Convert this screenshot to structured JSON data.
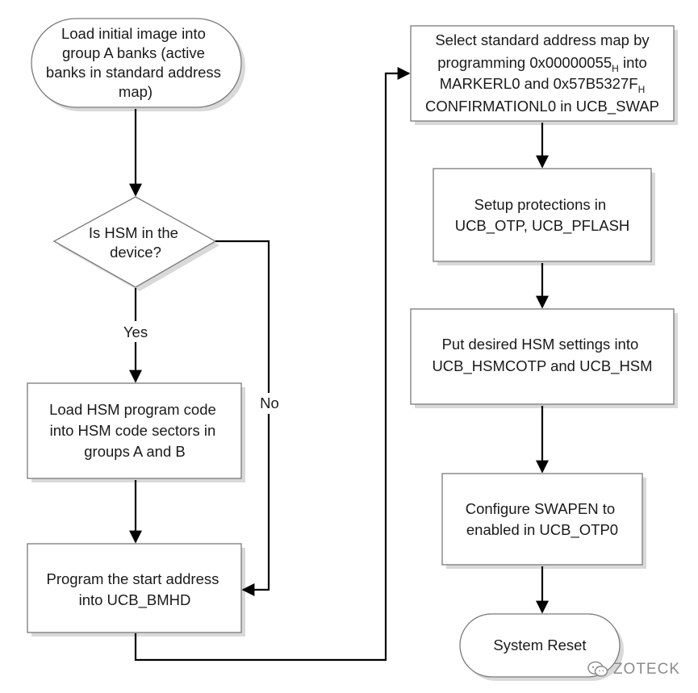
{
  "nodes": {
    "load_image": [
      "Load initial image into",
      "group A banks (active",
      "banks in standard address",
      "map)"
    ],
    "hsm_decision": [
      "Is HSM in the",
      "device?"
    ],
    "load_hsm": [
      "Load HSM program code",
      "into HSM code sectors in",
      "groups A and B"
    ],
    "program_start": [
      "Program the start address",
      "into UCB_BMHD"
    ],
    "select_map": {
      "line1": "Select standard address map by",
      "line2_pre": "programming 0x00000055",
      "line2_sub": "H",
      "line2_post": " into",
      "line3_pre": "MARKERL0 and 0x57B5327F",
      "line3_sub": "H",
      "line4": "CONFIRMATIONL0 in UCB_SWAP"
    },
    "setup_protections": [
      "Setup protections in",
      "UCB_OTP, UCB_PFLASH"
    ],
    "hsm_settings": [
      "Put desired HSM settings into",
      "UCB_HSMCOTP and UCB_HSM"
    ],
    "configure_swapen": [
      "Configure SWAPEN to",
      "enabled in UCB_OTP0"
    ],
    "system_reset": [
      "System Reset"
    ]
  },
  "edge_labels": {
    "yes": "Yes",
    "no": "No"
  },
  "watermark": {
    "text": "ZOTECK",
    "icon": "wechat-icon"
  }
}
